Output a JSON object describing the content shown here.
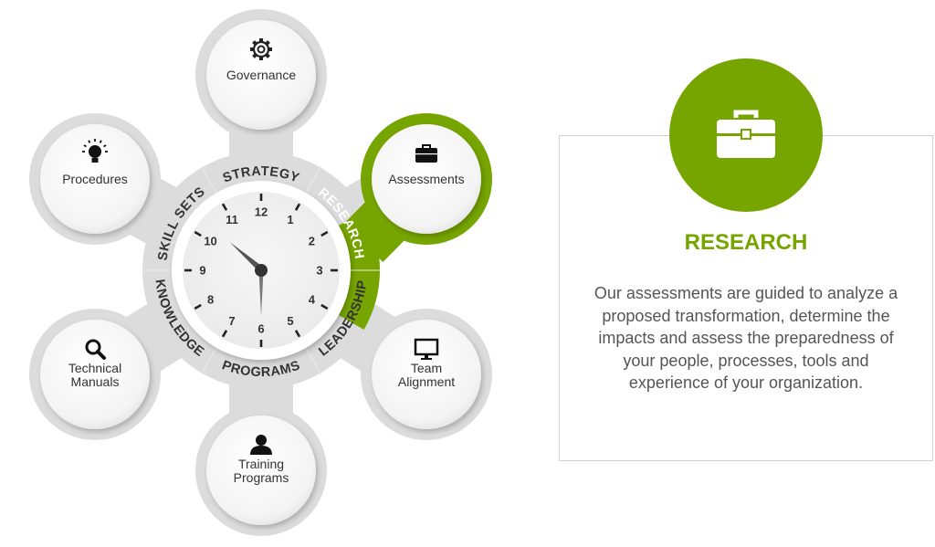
{
  "accent_color": "#76a500",
  "satellites": [
    {
      "id": "governance",
      "icon": "gear-icon",
      "lines": [
        "Governance"
      ]
    },
    {
      "id": "procedures",
      "icon": "lightbulb-icon",
      "lines": [
        "Procedures"
      ]
    },
    {
      "id": "assessments",
      "icon": "briefcase-icon",
      "lines": [
        "Assessments"
      ],
      "active": true
    },
    {
      "id": "technical-manuals",
      "icon": "search-icon",
      "lines": [
        "Technical",
        "Manuals"
      ]
    },
    {
      "id": "team-alignment",
      "icon": "monitor-icon",
      "lines": [
        "Team",
        "Alignment"
      ]
    },
    {
      "id": "training-programs",
      "icon": "person-icon",
      "lines": [
        "Training",
        "Programs"
      ]
    }
  ],
  "ring_labels": [
    "STRATEGY",
    "RESEARCH",
    "LEADERSHIP",
    "PROGRAMS",
    "KNOWLEDGE",
    "SKILL SETS"
  ],
  "clock_numbers": [
    "12",
    "1",
    "2",
    "3",
    "4",
    "5",
    "6",
    "7",
    "8",
    "9",
    "10",
    "11"
  ],
  "panel": {
    "icon": "briefcase-icon",
    "title": "RESEARCH",
    "text": "Our assessments are guided to analyze a proposed transformation, determine the impacts and assess the preparedness of your people, processes, tools and experience of your organization."
  }
}
